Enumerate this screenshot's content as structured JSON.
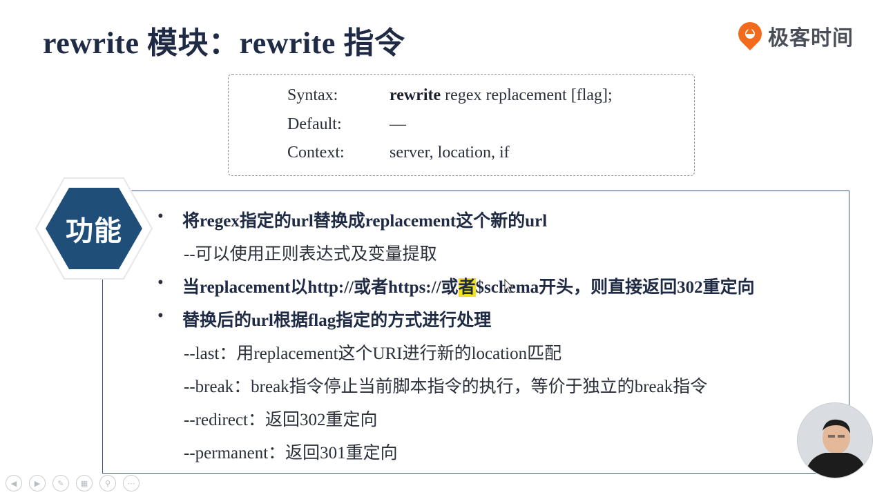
{
  "slide": {
    "title": "rewrite 模块：rewrite 指令"
  },
  "brand": {
    "name": "极客时间",
    "icon": "geektime-logo-icon",
    "color": "#f26b1d"
  },
  "syntax": {
    "syntax_label": "Syntax:",
    "syntax_keyword": "rewrite",
    "syntax_rest": " regex replacement [flag];",
    "default_label": "Default:",
    "default_value": "—",
    "context_label": "Context:",
    "context_value": "server, location, if"
  },
  "badge": {
    "label": "功能",
    "color": "#1f4e79"
  },
  "content": {
    "bullet1": "将regex指定的url替换成replacement这个新的url",
    "sub1": "--可以使用正则表达式及变量提取",
    "bullet2_before": "当replacement以http://或者https://或",
    "bullet2_highlight": "者",
    "bullet2_after": "$schema开头，则直接返回302重定向",
    "bullet3": "替换后的url根据flag指定的方式进行处理",
    "sub_last": "--last：用replacement这个URI进行新的location匹配",
    "sub_break": "--break：break指令停止当前脚本指令的执行，等价于独立的break指令",
    "sub_redirect": "--redirect：返回302重定向",
    "sub_permanent": "--permanent：返回301重定向"
  },
  "highlight_color": "#f4e21a",
  "presenter": {
    "icon": "presenter-video-avatar"
  },
  "controls": [
    {
      "icon": "previous-icon"
    },
    {
      "icon": "next-icon"
    },
    {
      "icon": "pen-icon"
    },
    {
      "icon": "slides-icon"
    },
    {
      "icon": "zoom-icon"
    },
    {
      "icon": "more-icon"
    }
  ]
}
